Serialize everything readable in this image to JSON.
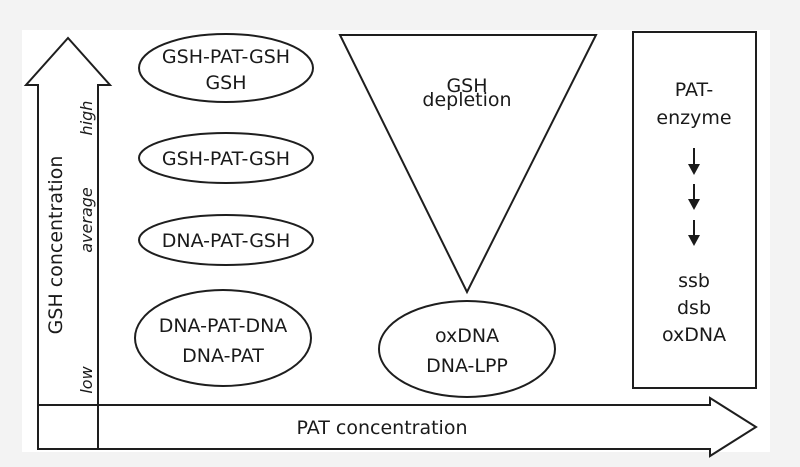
{
  "y_axis": {
    "label": "GSH concentration",
    "levels": {
      "high": "high",
      "average": "average",
      "low": "low"
    }
  },
  "x_axis": {
    "label": "PAT concentration"
  },
  "complexes": [
    {
      "lines": [
        "GSH-PAT-GSH",
        "GSH"
      ],
      "level": "high"
    },
    {
      "lines": [
        "GSH-PAT-GSH"
      ],
      "level": "high-average"
    },
    {
      "lines": [
        "DNA-PAT-GSH"
      ],
      "level": "average"
    },
    {
      "lines": [
        "DNA-PAT-DNA",
        "DNA-PAT"
      ],
      "level": "low"
    }
  ],
  "depletion": {
    "lines": [
      "GSH",
      "depletion"
    ],
    "result_lines": [
      "oxDNA",
      "DNA-LPP"
    ]
  },
  "enzyme_box": {
    "title_lines": [
      "PAT-",
      "enzyme"
    ],
    "arrow_icon": "down-arrow-icon",
    "arrow_count": 3,
    "products": [
      "ssb",
      "dsb",
      "oxDNA"
    ]
  },
  "colors": {
    "stroke": "#1e1e1e",
    "text": "#1a1a1a",
    "panel": "#ffffff",
    "background": "#f3f3f3"
  }
}
